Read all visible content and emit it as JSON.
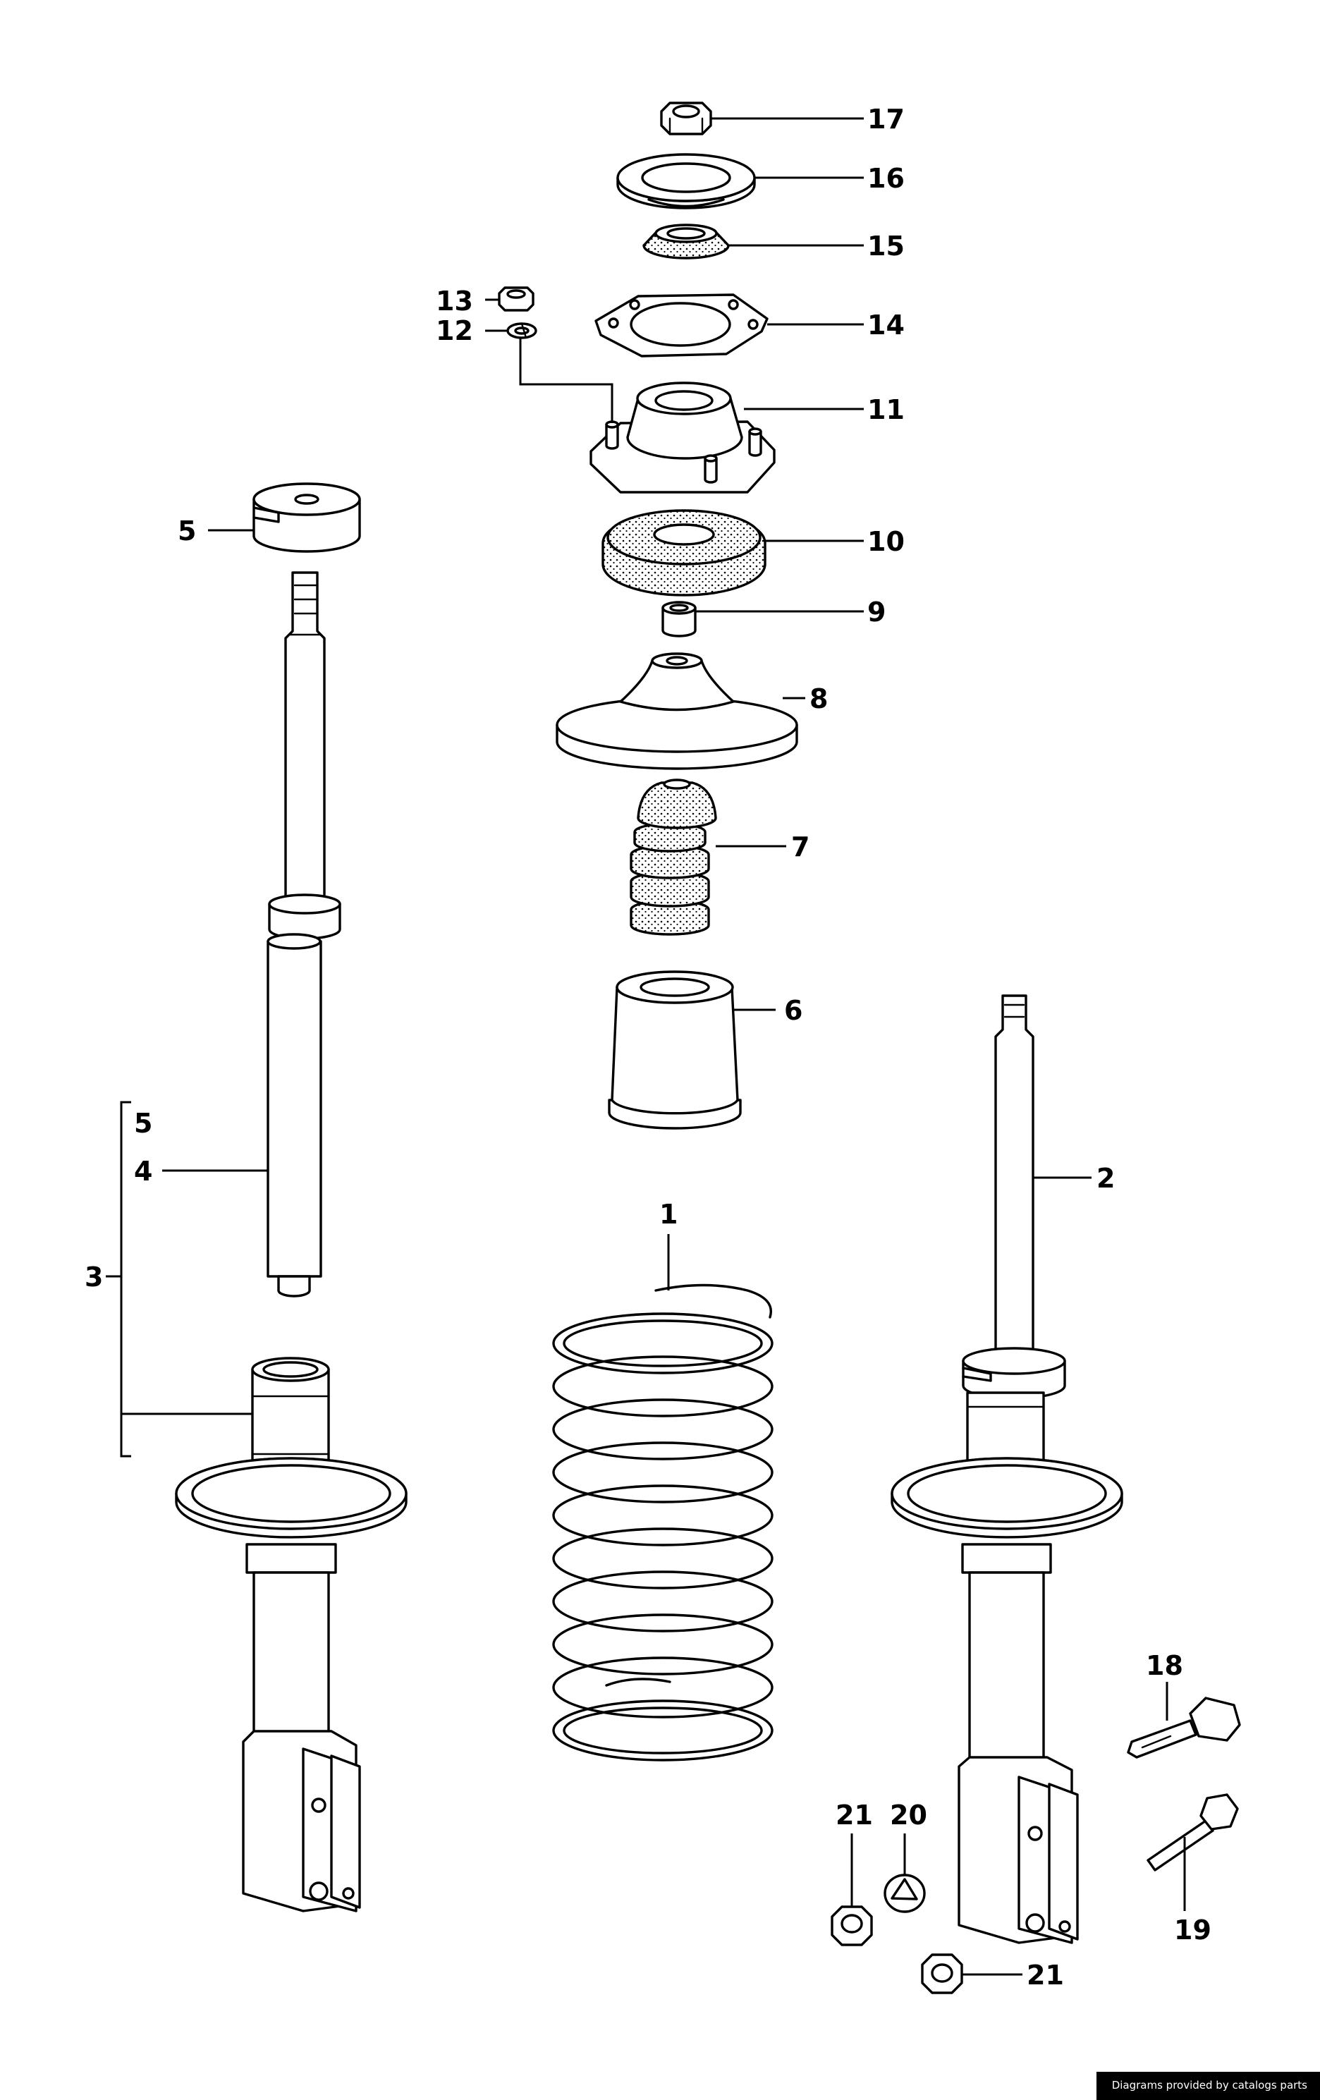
{
  "callouts": {
    "c1": "1",
    "c2": "2",
    "c3": "3",
    "c4": "4",
    "c5a": "5",
    "c5b": "5",
    "c6": "6",
    "c7": "7",
    "c8": "8",
    "c9": "9",
    "c10": "10",
    "c11": "11",
    "c12": "12",
    "c13": "13",
    "c14": "14",
    "c15": "15",
    "c16": "16",
    "c17": "17",
    "c18": "18",
    "c19": "19",
    "c20": "20",
    "c21a": "21",
    "c21b": "21"
  },
  "footer": {
    "credit": "Diagrams provided by catalogs parts"
  },
  "colors": {
    "line": "#000000",
    "background": "#ffffff",
    "footer_bg": "#000000",
    "footer_text": "#ffffff"
  }
}
